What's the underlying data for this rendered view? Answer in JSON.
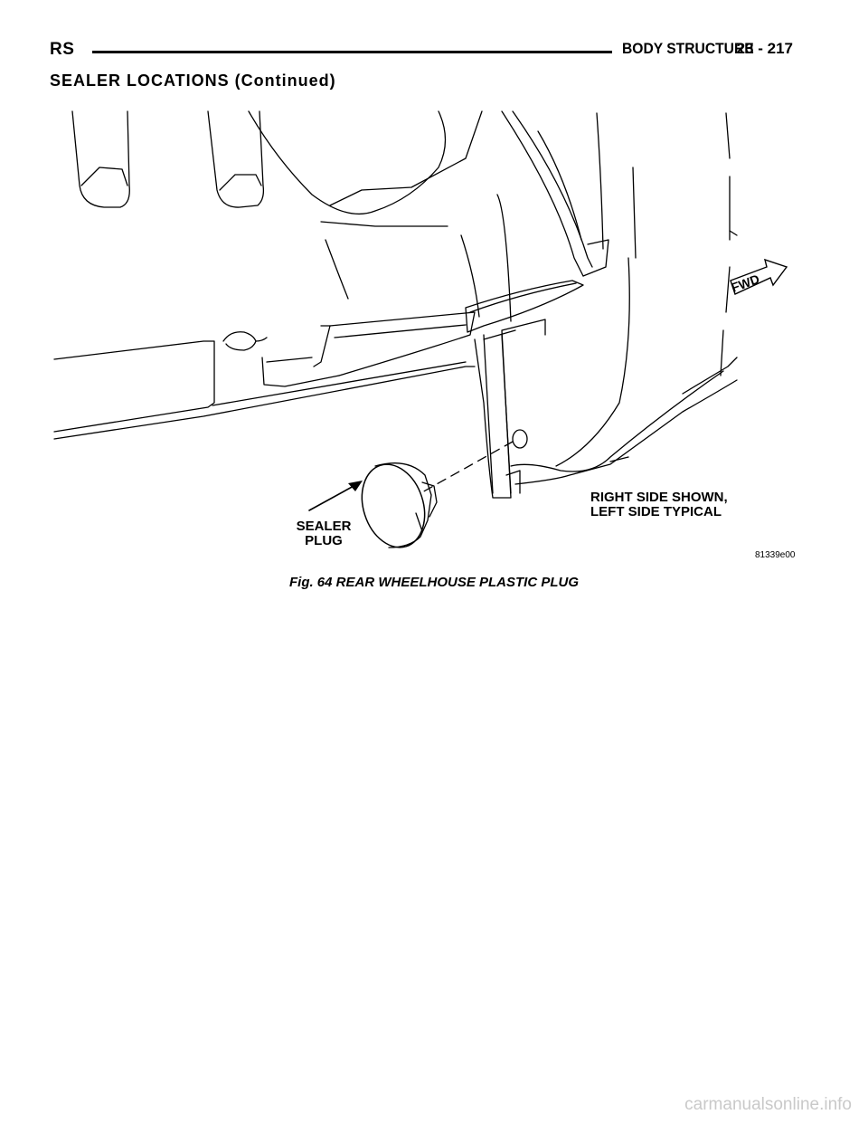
{
  "header": {
    "left": "RS",
    "title": "BODY STRUCTURE",
    "page": "23 - 217"
  },
  "section_title": "SEALER LOCATIONS (Continued)",
  "figure": {
    "labels": {
      "sealer_plug_line1": "SEALER",
      "sealer_plug_line2": "PLUG",
      "side_line1": "RIGHT SIDE SHOWN,",
      "side_line2": "LEFT SIDE TYPICAL",
      "fwd": "FWD",
      "code": "81339e00"
    },
    "caption": "Fig. 64 REAR WHEELHOUSE PLASTIC PLUG"
  },
  "watermark": "carmanualsonline.info"
}
